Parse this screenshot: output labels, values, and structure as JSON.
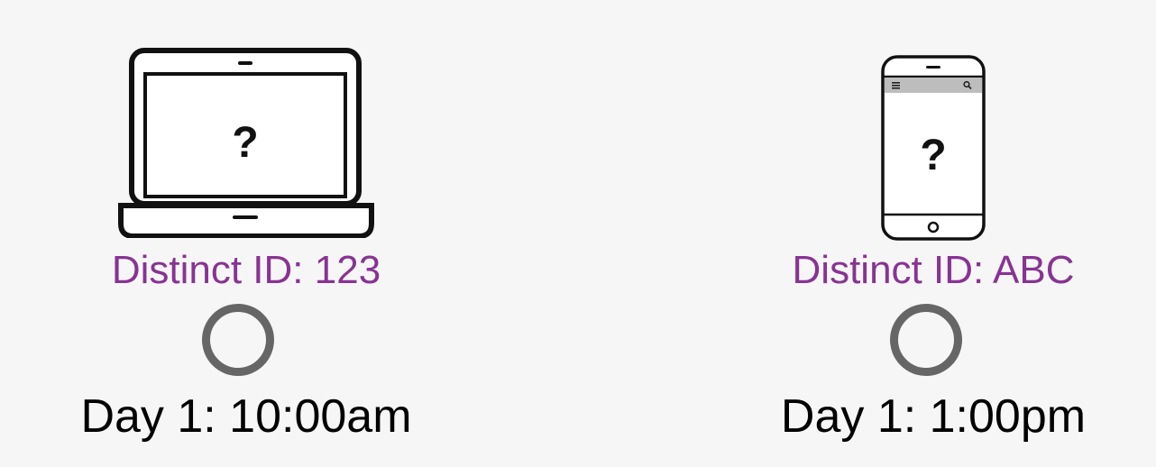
{
  "colors": {
    "background": "#f6f6f6",
    "id_text": "#883393",
    "circle_stroke": "#666666",
    "device_stroke": "#111111"
  },
  "devices": [
    {
      "kind": "laptop",
      "icon": "laptop-icon",
      "screen_text": "?",
      "distinct_id_label": "Distinct ID: 123",
      "timestamp": "Day 1: 10:00am"
    },
    {
      "kind": "phone",
      "icon": "smartphone-icon",
      "screen_text": "?",
      "distinct_id_label": "Distinct ID: ABC",
      "timestamp": "Day 1: 1:00pm"
    }
  ]
}
